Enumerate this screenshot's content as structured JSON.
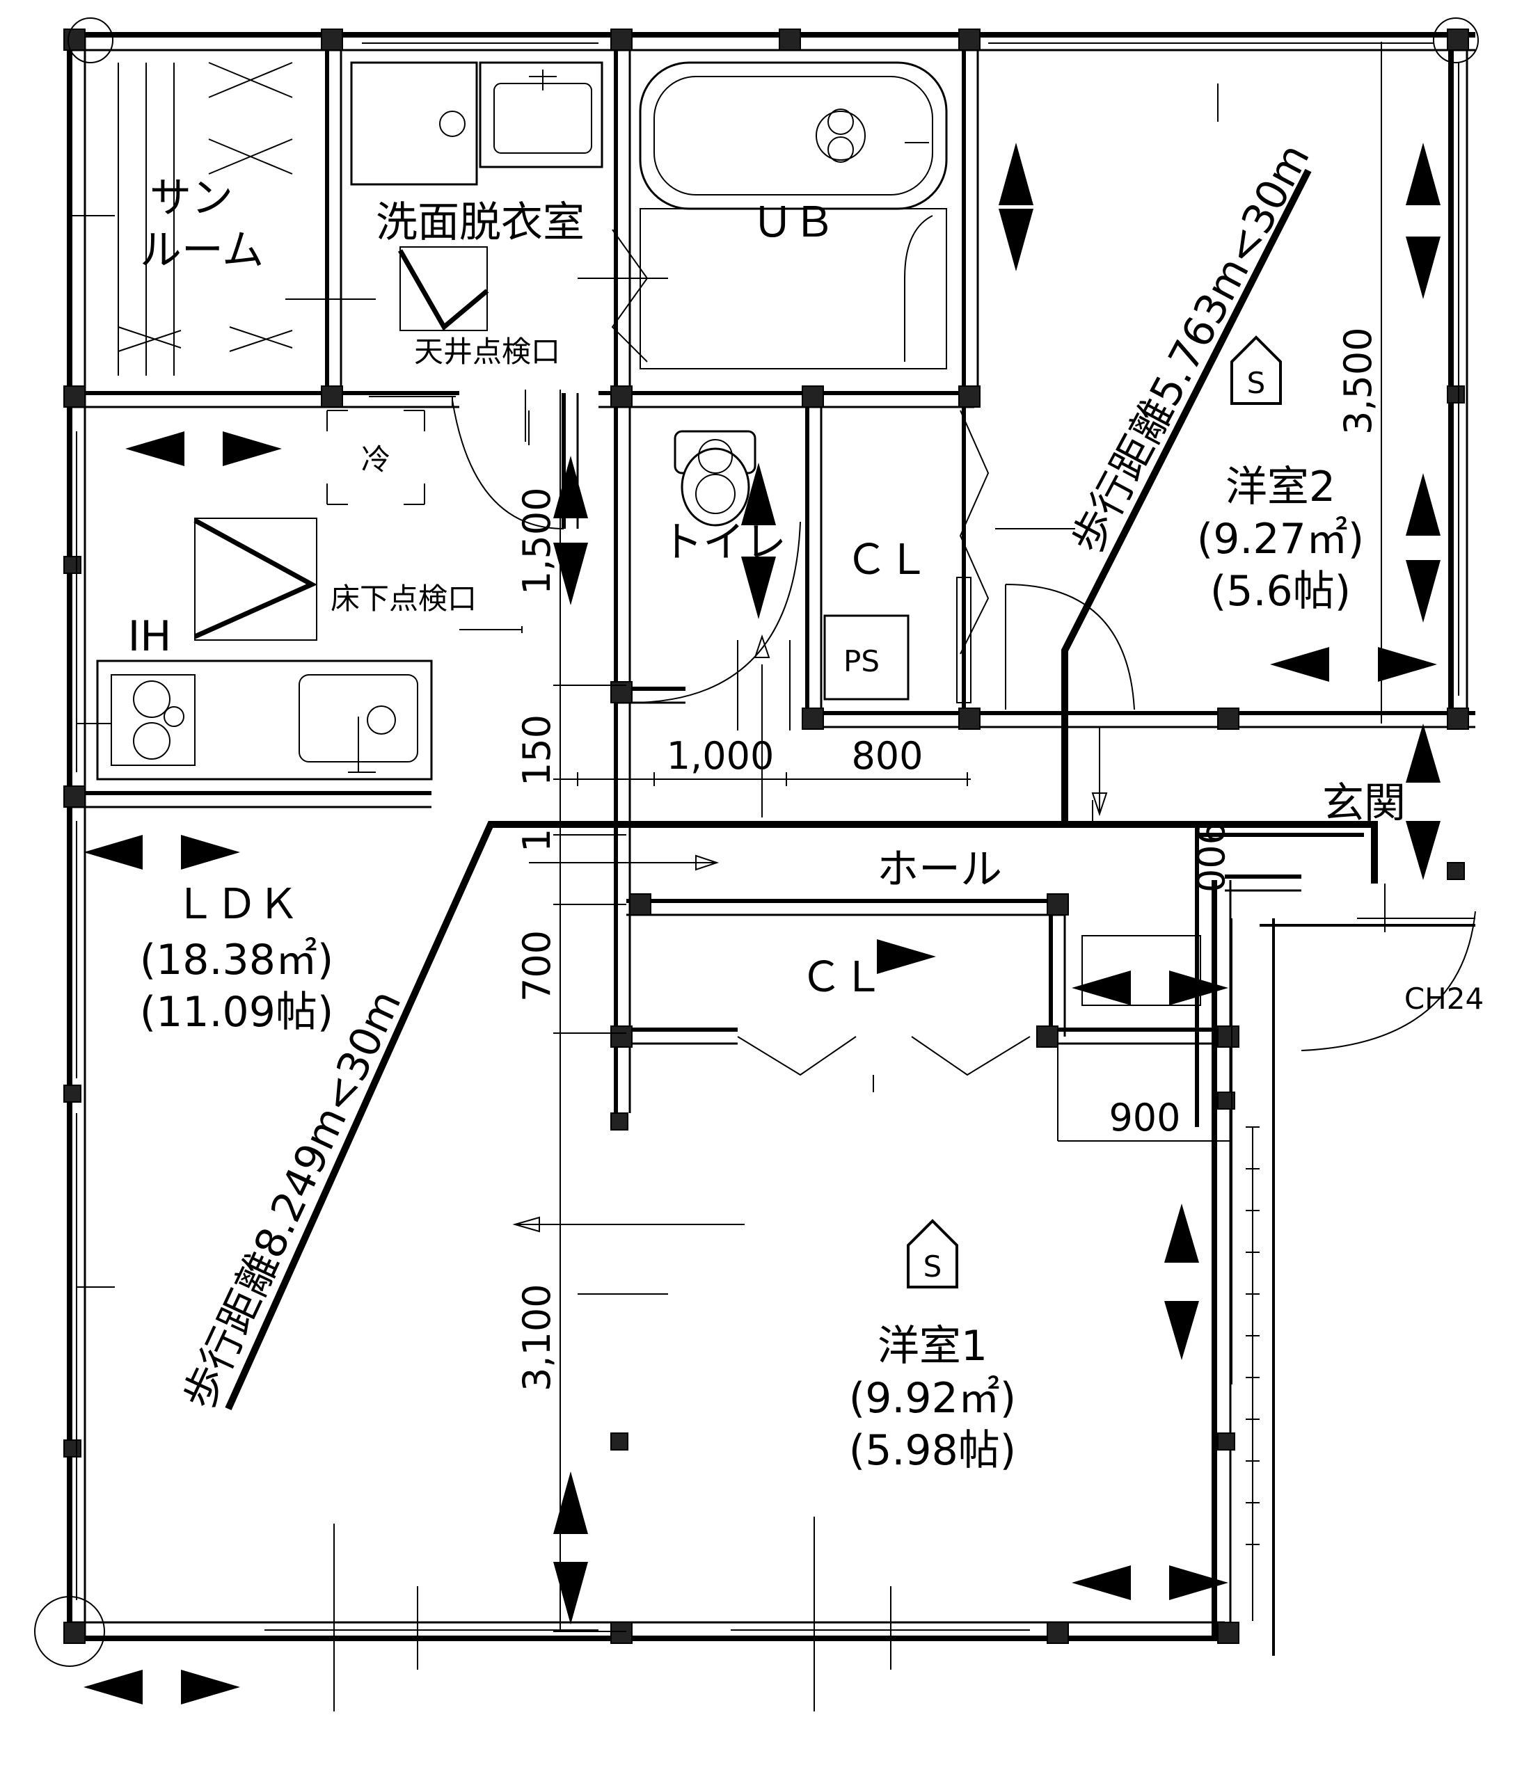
{
  "rooms": {
    "sunroom_line1": "サン",
    "sunroom_line2": "ルーム",
    "washroom": "洗面脱衣室",
    "ub": "ＵＢ",
    "ceiling_inspection": "天井点検口",
    "toilet": "トイレ",
    "closet_upper": "ＣＬ",
    "ps": "PS",
    "fridge": "冷",
    "ih": "IH",
    "underfloor_inspection": "床下点検口",
    "ldk": "ＬＤＫ",
    "ldk_area_m2": "(18.38㎡)",
    "ldk_area_jo": "(11.09帖)",
    "hall": "ホール",
    "closet_lower": "ＣＬ",
    "western1": "洋室1",
    "western1_area_m2": "(9.92㎡)",
    "western1_area_jo": "(5.98帖)",
    "western2": "洋室2",
    "western2_area_m2": "(9.27㎡)",
    "western2_area_jo": "(5.6帖)",
    "entrance": "玄関",
    "smoke_detector": "S",
    "ceiling_height": "CH24"
  },
  "escape_routes": {
    "ldk_route": "歩行距離8.249m<30m",
    "western2_route": "歩行距離5.763m<30m"
  },
  "dimensions": {
    "d1500": "1,500",
    "d150": "150",
    "d1": "1",
    "d700": "700",
    "d3100": "3,100",
    "d1000": "1,000",
    "d800": "800",
    "d3500": "3,500",
    "d900_vertical": "900",
    "d900_horizontal": "900"
  }
}
